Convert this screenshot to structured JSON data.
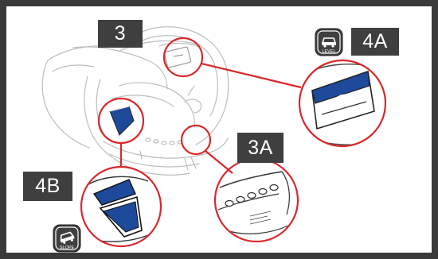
{
  "labels": {
    "step_3": "3",
    "step_3a": "3A",
    "step_4a": "4A",
    "step_4b": "4B"
  },
  "badges": {
    "level": {
      "text": "LEVEL",
      "icon": "car-level-icon"
    },
    "slope": {
      "text": "SLOPE",
      "icon": "car-slope-icon"
    }
  },
  "colors": {
    "frame": "#3a3a3a",
    "label_bg": "#3f3f3f",
    "callout": "#d8282a",
    "accent_blue": "#1d4a9b",
    "line_art": "#b8b8b8"
  }
}
